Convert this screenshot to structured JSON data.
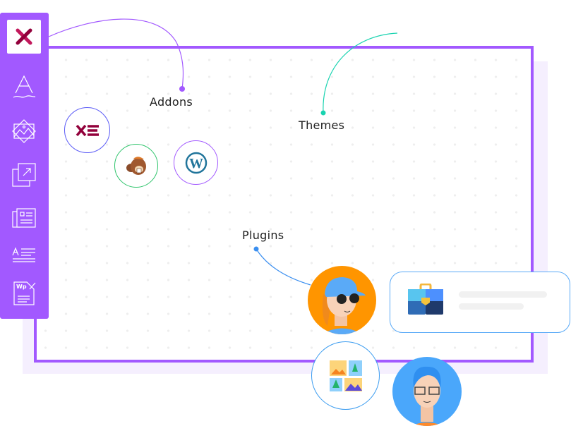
{
  "labels": {
    "addons": "Addons",
    "themes": "Themes",
    "plugins": "Plugins"
  },
  "sidebar": {
    "items": [
      {
        "icon": "typography-icon"
      },
      {
        "icon": "image-gallery-icon"
      },
      {
        "icon": "external-link-icon"
      },
      {
        "icon": "news-layout-icon"
      },
      {
        "icon": "text-block-icon"
      },
      {
        "icon": "wp-document-icon"
      }
    ]
  },
  "icon_labels": {
    "wp_doc": "Wp"
  },
  "colors": {
    "accent": "#a259ff",
    "themes": "#19d3b0",
    "plugins": "#3b8ff0",
    "brand": "#92003b"
  }
}
